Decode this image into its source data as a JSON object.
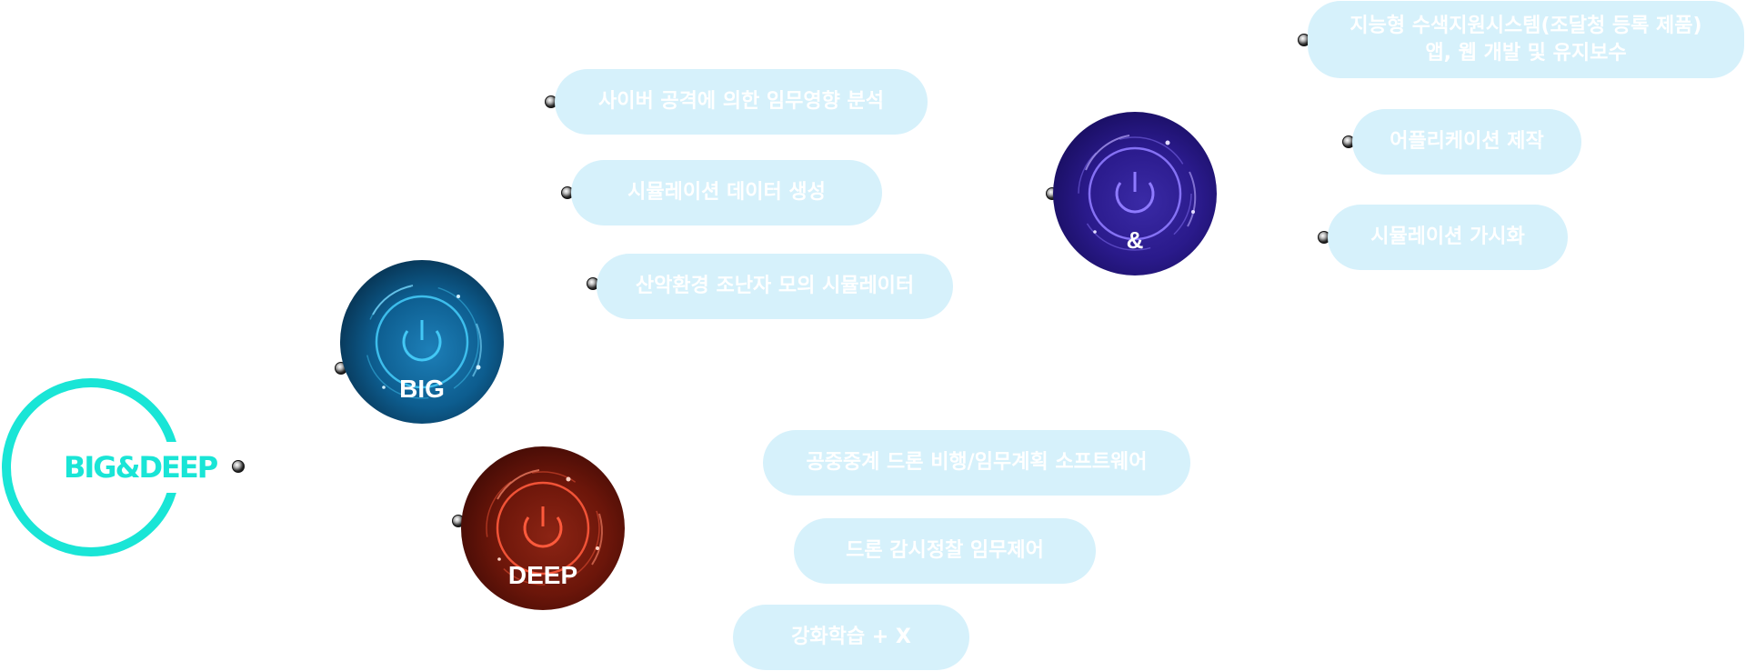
{
  "core": {
    "label": "BIG&DEEP",
    "color": "#19e5d6"
  },
  "orbs": {
    "big": {
      "label": "BIG",
      "accent": "#43c8f5"
    },
    "deep": {
      "label": "DEEP",
      "accent": "#ff5a3c"
    },
    "amp": {
      "label": "&",
      "accent": "#8f7bff"
    }
  },
  "big_items": [
    "사이버 공격에 의한 임무영향 분석",
    "시뮬레이션 데이터 생성",
    "산악환경 조난자 모의 시뮬레이터"
  ],
  "deep_items": [
    "공중중계 드론 비행/임무계획 소프트웨어",
    "드론 감시정찰 임무제어",
    "강화학습 + X"
  ],
  "amp_items": [
    "지능형 수색지원시스템(조달청 등록 제품)",
    "앱, 웹 개발 및 유지보수",
    "어플리케이션 제작",
    "시뮬레이션 가시화"
  ],
  "pill_color": "#d6f1fb"
}
